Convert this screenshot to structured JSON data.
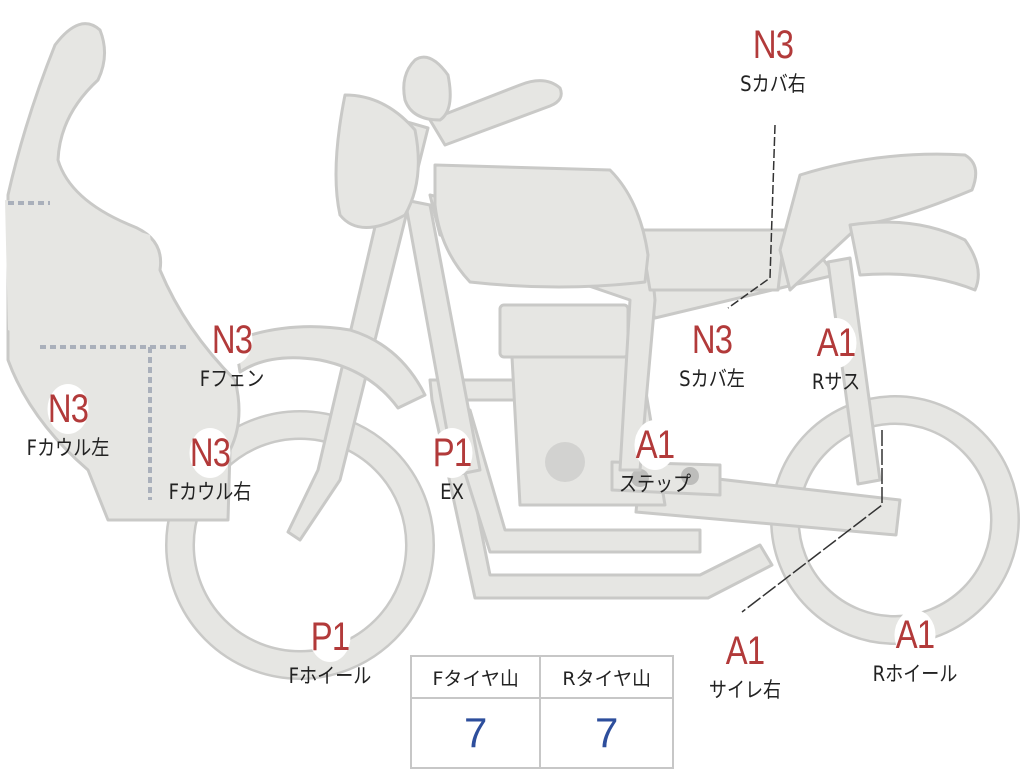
{
  "colors": {
    "body_fill": "#e6e6e3",
    "body_stroke": "#c9c9c7",
    "badge_text": "#b23a3a",
    "label_text": "#222222",
    "table_value": "#2d4e9c",
    "leader_line": "#333333"
  },
  "parts": [
    {
      "id": "s-cover-right",
      "grade": "N3",
      "label": "Sカバ右"
    },
    {
      "id": "f-fender",
      "grade": "N3",
      "label": "Fフェン"
    },
    {
      "id": "s-cover-left",
      "grade": "N3",
      "label": "Sカバ左"
    },
    {
      "id": "r-suspension",
      "grade": "A1",
      "label": "Rサス"
    },
    {
      "id": "f-cowl-left",
      "grade": "N3",
      "label": "Fカウル左"
    },
    {
      "id": "f-cowl-right",
      "grade": "N3",
      "label": "Fカウル右"
    },
    {
      "id": "exhaust",
      "grade": "P1",
      "label": "EX"
    },
    {
      "id": "step",
      "grade": "A1",
      "label": "ステップ"
    },
    {
      "id": "f-wheel",
      "grade": "P1",
      "label": "Fホイール"
    },
    {
      "id": "silencer-right",
      "grade": "A1",
      "label": "サイレ右"
    },
    {
      "id": "r-wheel",
      "grade": "A1",
      "label": "Rホイール"
    }
  ],
  "tread_table": {
    "front_label": "Fタイヤ山",
    "rear_label": "Rタイヤ山",
    "front_value": "7",
    "rear_value": "7"
  }
}
